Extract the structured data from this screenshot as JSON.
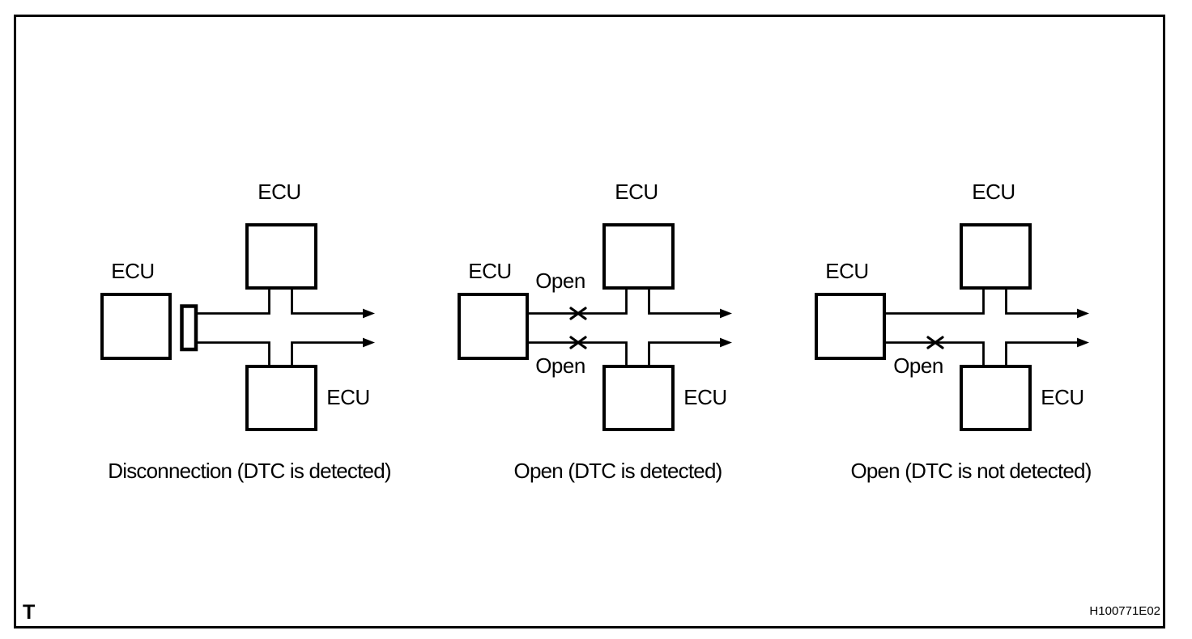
{
  "figure": {
    "corner_label": "T",
    "figure_code": "H100771E02",
    "colors": {
      "line": "#000000",
      "background": "#ffffff"
    }
  },
  "diagrams": [
    {
      "fault": "disconnection-at-connector",
      "left_ecu": "ECU",
      "top_ecu": "ECU",
      "bottom_ecu": "ECU",
      "caption": "Disconnection (DTC is detected)"
    },
    {
      "fault": "open-in-both-bus-lines",
      "left_ecu": "ECU",
      "top_ecu": "ECU",
      "bottom_ecu": "ECU",
      "open_top": "Open",
      "open_bottom": "Open",
      "caption": "Open (DTC is detected)"
    },
    {
      "fault": "open-in-one-bus-line",
      "left_ecu": "ECU",
      "top_ecu": "ECU",
      "bottom_ecu": "ECU",
      "open_bottom": "Open",
      "caption": "Open (DTC is not detected)"
    }
  ]
}
